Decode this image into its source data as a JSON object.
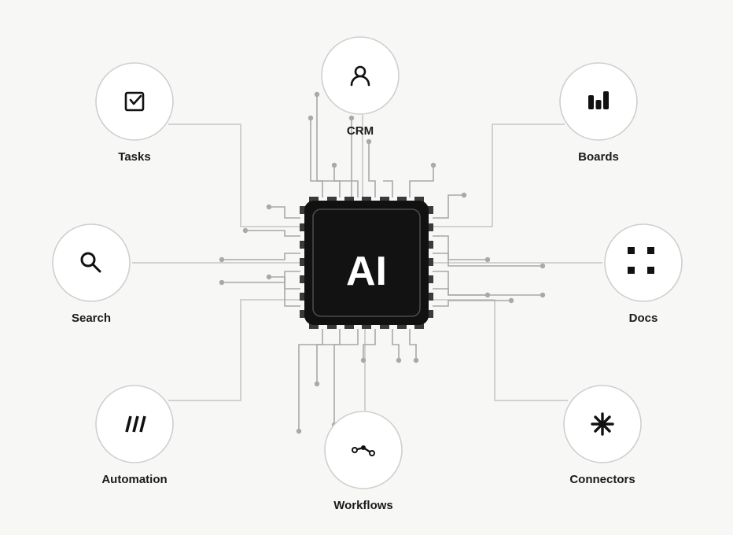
{
  "center": {
    "label": "AI"
  },
  "nodes": [
    {
      "id": "crm",
      "label": "CRM",
      "icon": "user-icon"
    },
    {
      "id": "tasks",
      "label": "Tasks",
      "icon": "checkbox-icon"
    },
    {
      "id": "boards",
      "label": "Boards",
      "icon": "bar-chart-icon"
    },
    {
      "id": "search",
      "label": "Search",
      "icon": "search-icon"
    },
    {
      "id": "docs",
      "label": "Docs",
      "icon": "grid-dots-icon"
    },
    {
      "id": "automation",
      "label": "Automation",
      "icon": "slashes-icon"
    },
    {
      "id": "workflows",
      "label": "Workflows",
      "icon": "workflow-icon"
    },
    {
      "id": "connectors",
      "label": "Connectors",
      "icon": "asterisk-icon"
    }
  ],
  "colors": {
    "background": "#f7f7f6",
    "chip": "#111111",
    "line": "#bdbdbd",
    "trace": "#a8a8a8",
    "circle_border": "#cfcfcf",
    "text": "#1a1a1a"
  }
}
